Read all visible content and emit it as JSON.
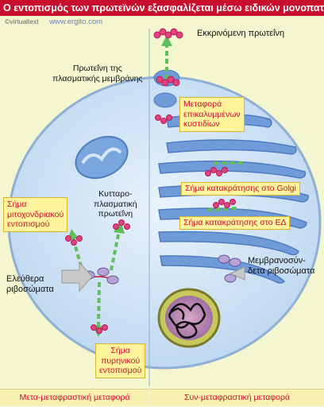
{
  "title": "Ο εντοπισμός των πρωτεϊνών εξασφαλίζεται μέσω ειδικών μονοπατιών",
  "credits": {
    "copyright": "©virtualtext",
    "site": "www.ergito.com"
  },
  "labels": {
    "secreted": "Εκκρινόμενη πρωτεΐνη",
    "membrane_protein_1": "Πρωτεΐνη της",
    "membrane_protein_2": "πλασματικής μεμβράνης",
    "vesicle_1": "Μεταφορά",
    "vesicle_2": "επικαλυμμένων",
    "vesicle_3": "κυστιδίων",
    "cytoplasmic_1": "Κυτταρο-",
    "cytoplasmic_2": "πλασματική",
    "cytoplasmic_3": "πρωτεΐνη",
    "mito_1": "Σήμα",
    "mito_2": "μιτοχονδριακού",
    "mito_3": "εντοπισμού",
    "golgi_signal": "Σήμα κατακράτησης στο Golgi",
    "er_signal": "Σήμα κατακράτησης στο ΕΔ",
    "free_ribo_1": "Ελεύθερα",
    "free_ribo_2": "ριβοσώματα",
    "membrane_ribo_1": "Μεμβρανοσύν-",
    "membrane_ribo_2": "δετα ριβοσώματα",
    "nuclear_1": "Σήμα",
    "nuclear_2": "πυρηνικού",
    "nuclear_3": "εντοπισμού"
  },
  "footer": {
    "left": "Μετα-μεταφραστική μεταφορά",
    "right": "Συν-μεταφραστική μεταφορά"
  },
  "colors": {
    "title_bar": "#c8102e",
    "cytoplasm": "#cfe3f5",
    "organelle": "#6f9bd8",
    "protein": "#e0447d",
    "arrow": "#5fbf5a",
    "label_box": "#fff39b"
  }
}
